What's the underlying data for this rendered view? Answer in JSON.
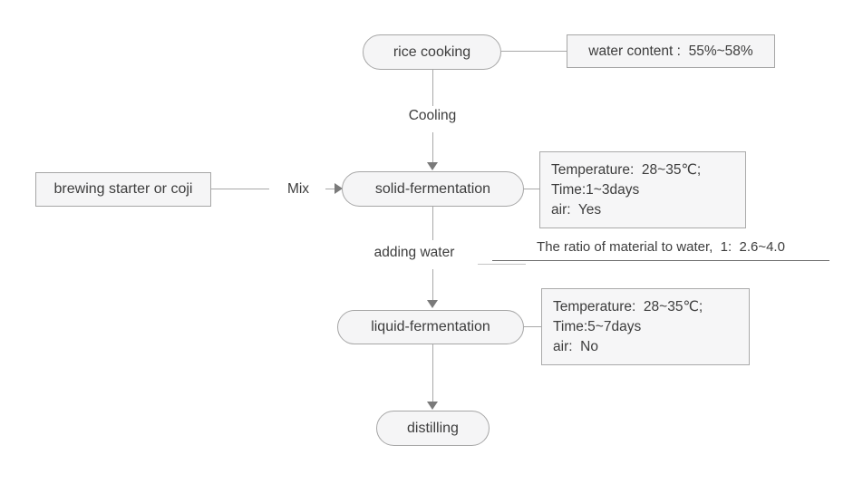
{
  "flowchart": {
    "nodes": {
      "rice_cooking": "rice cooking",
      "brewing_starter": "brewing starter or coji",
      "solid_fermentation": "solid-fermentation",
      "liquid_fermentation": "liquid-fermentation",
      "distilling": "distilling"
    },
    "annotations": {
      "water_content": "water content :  55%~58%",
      "solid_note": {
        "line1": "Temperature:  28~35℃;",
        "line2": "Time:1~3days",
        "line3": "air:  Yes"
      },
      "liquid_note": {
        "line1": "Temperature:  28~35℃;",
        "line2": "Time:5~7days",
        "line3": "air:  No"
      },
      "ratio_note": "The ratio of material to water,  1:  2.6~4.0"
    },
    "edge_labels": {
      "cooling": "Cooling",
      "mix": "Mix",
      "adding_water": "adding water"
    },
    "colors": {
      "node_fill": "#f5f5f6",
      "node_border": "#a6a6a6",
      "connector": "#a8a8a8",
      "arrowhead": "#7a7a7a",
      "text": "#3d3d3d",
      "background": "#ffffff"
    }
  }
}
